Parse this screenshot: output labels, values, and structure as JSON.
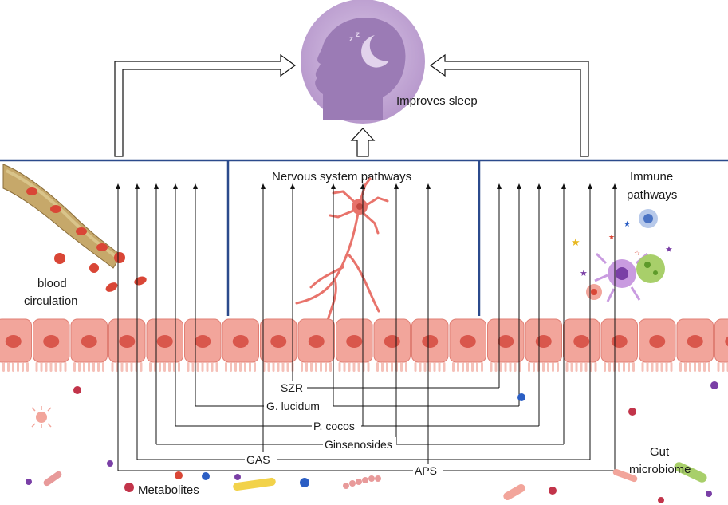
{
  "labels": {
    "improves_sleep": "Improves sleep",
    "nervous_system": "Nervous system pathways",
    "immune_line1": "Immune",
    "immune_line2": "pathways",
    "blood_line1": "blood",
    "blood_line2": "circulation",
    "gut_line1": "Gut",
    "gut_line2": "microbiome",
    "metabolites": "Metabolites"
  },
  "compounds": [
    {
      "id": "szr",
      "label": "SZR"
    },
    {
      "id": "g-lucidum",
      "label": "G. lucidum"
    },
    {
      "id": "p-cocos",
      "label": "P. cocos"
    },
    {
      "id": "ginsenosides",
      "label": "Ginsenosides"
    },
    {
      "id": "gas",
      "label": "GAS"
    },
    {
      "id": "aps",
      "label": "APS"
    }
  ],
  "colors": {
    "head_circle": "#c9b3da",
    "head_profile": "#9b7bb5",
    "divider": "#2b4a8c",
    "cell_fill": "#f2a59b",
    "nucleus": "#d9574c",
    "neuron": "#e8736b",
    "vessel": "#c6a86a",
    "rbc": "#d94636"
  }
}
